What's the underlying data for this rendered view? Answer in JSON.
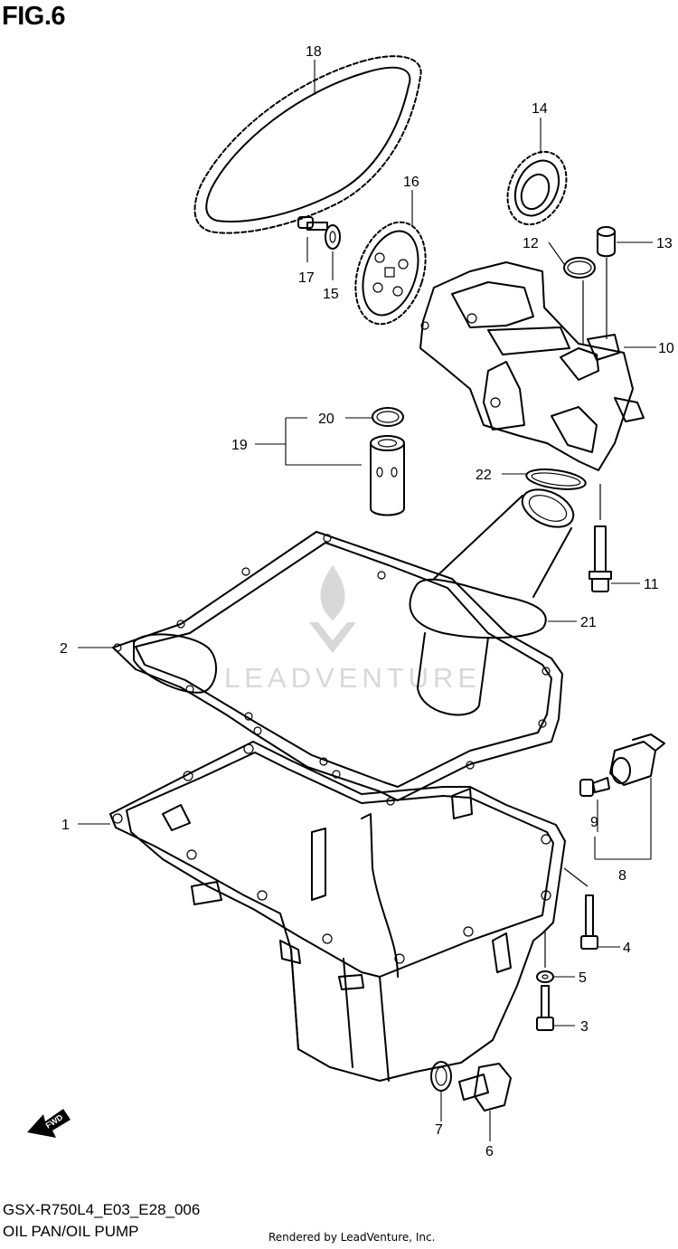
{
  "figure_title": "FIG.6",
  "watermark_text": "LEADVENTURE",
  "fwd_label": "FWD",
  "code": "GSX-R750L4_E03_E28_006",
  "caption": "OIL PAN/OIL PUMP",
  "credit": "Rendered by LeadVenture, Inc.",
  "callouts": [
    {
      "id": "1",
      "label": "1"
    },
    {
      "id": "2",
      "label": "2"
    },
    {
      "id": "3",
      "label": "3"
    },
    {
      "id": "4",
      "label": "4"
    },
    {
      "id": "5",
      "label": "5"
    },
    {
      "id": "6",
      "label": "6"
    },
    {
      "id": "7",
      "label": "7"
    },
    {
      "id": "8",
      "label": "8"
    },
    {
      "id": "9",
      "label": "9"
    },
    {
      "id": "10",
      "label": "10"
    },
    {
      "id": "11",
      "label": "11"
    },
    {
      "id": "12",
      "label": "12"
    },
    {
      "id": "13",
      "label": "13"
    },
    {
      "id": "14",
      "label": "14"
    },
    {
      "id": "15",
      "label": "15"
    },
    {
      "id": "16",
      "label": "16"
    },
    {
      "id": "17",
      "label": "17"
    },
    {
      "id": "18",
      "label": "18"
    },
    {
      "id": "19",
      "label": "19"
    },
    {
      "id": "20",
      "label": "20"
    },
    {
      "id": "21",
      "label": "21"
    },
    {
      "id": "22",
      "label": "22"
    }
  ]
}
